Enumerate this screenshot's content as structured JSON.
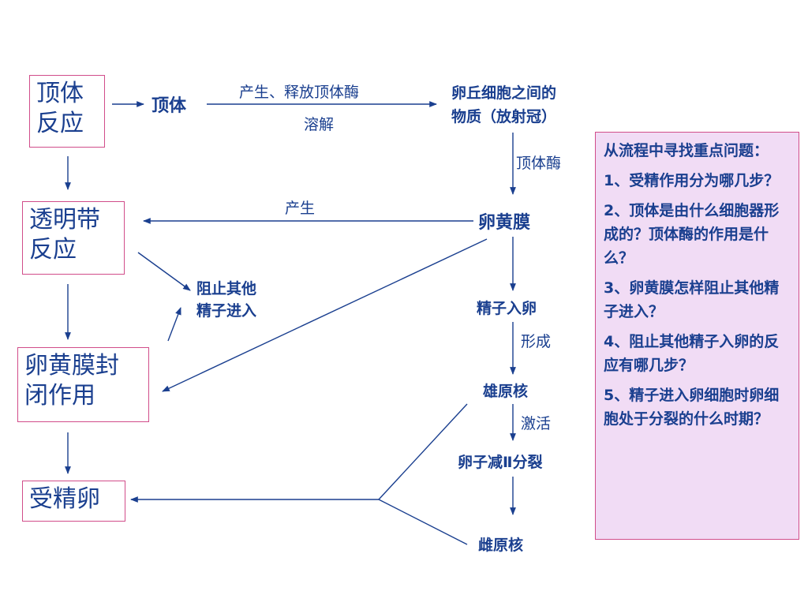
{
  "nodes": {
    "acrosome_reaction": "顶体\n反应",
    "zona_reaction": "透明带\n反应",
    "vitelline_block": "卵黄膜封\n闭作用",
    "zygote": "受精卵",
    "acrosome": "顶体",
    "corona": "卵丘细胞之间的\n物质（放射冠）",
    "vitelline_membrane": "卵黄膜",
    "block_other_sperm": "阻止其他\n精子进入",
    "sperm_entry": "精子入卵",
    "male_pronucleus": "雄原核",
    "meiosis_ii": "卵子减Ⅱ分裂",
    "female_pronucleus": "雌原核"
  },
  "edge_labels": {
    "release_enzyme": "产生、释放顶体酶",
    "dissolve": "溶解",
    "acrosome_enzyme": "顶体酶",
    "produce": "产生",
    "form": "形成",
    "activate": "激活"
  },
  "panel": {
    "title": "从流程中寻找重点问题：",
    "questions": [
      "1、受精作用分为哪几步？",
      "2、顶体是由什么细胞器形成的？顶体酶的作用是什么？",
      "3、卵黄膜怎样阻止其他精子进入？",
      "4、阻止其他精子入卵的反应有哪几步？",
      "5、精子进入卵细胞时卵细胞处于分裂的什么时期？"
    ]
  },
  "colors": {
    "text": "#1a3f8f",
    "box_border": "#d14d8a",
    "panel_bg": "#f1dcf5"
  }
}
